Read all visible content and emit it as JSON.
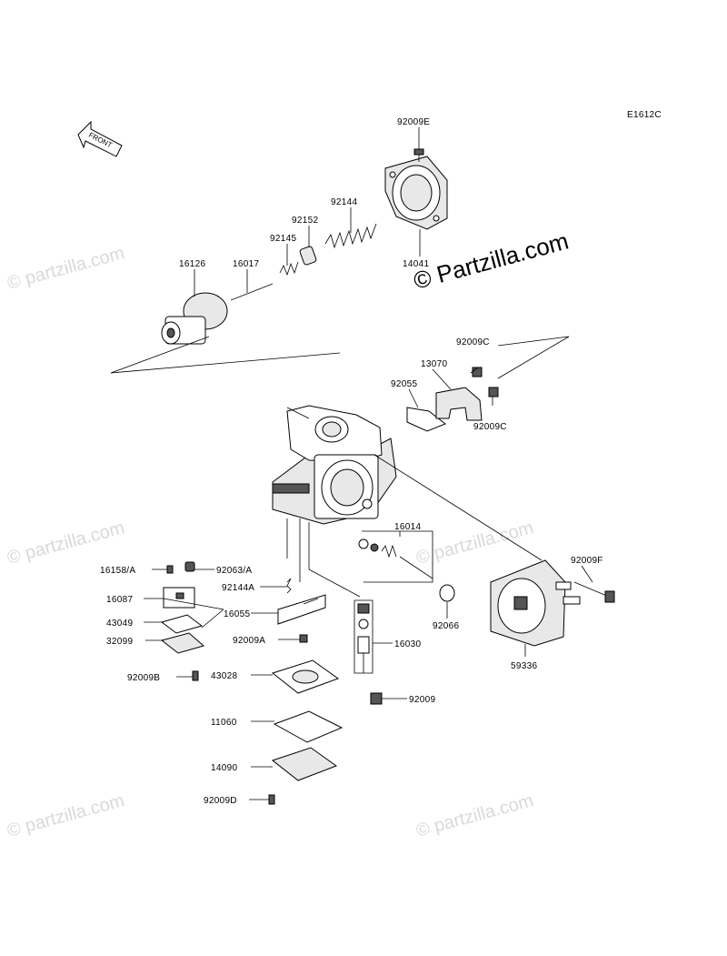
{
  "diagram_code": "E1612C",
  "front_arrow_label": "FRONT",
  "watermarks": {
    "faint": "© partzilla.com",
    "main": "© Partzilla.com"
  },
  "parts": [
    {
      "id": "p1",
      "label": "92009E"
    },
    {
      "id": "p2",
      "label": "92144"
    },
    {
      "id": "p3",
      "label": "92152"
    },
    {
      "id": "p4",
      "label": "92145"
    },
    {
      "id": "p5",
      "label": "16126"
    },
    {
      "id": "p6",
      "label": "16017"
    },
    {
      "id": "p7",
      "label": "14041"
    },
    {
      "id": "p8",
      "label": "92009C"
    },
    {
      "id": "p9",
      "label": "13070"
    },
    {
      "id": "p10",
      "label": "92055"
    },
    {
      "id": "p11",
      "label": "92009C"
    },
    {
      "id": "p12",
      "label": "16014"
    },
    {
      "id": "p13",
      "label": "92009F"
    },
    {
      "id": "p14",
      "label": "16158/A"
    },
    {
      "id": "p15",
      "label": "92063/A"
    },
    {
      "id": "p16",
      "label": "92144A"
    },
    {
      "id": "p17",
      "label": "16087"
    },
    {
      "id": "p18",
      "label": "16055"
    },
    {
      "id": "p19",
      "label": "43049"
    },
    {
      "id": "p20",
      "label": "92066"
    },
    {
      "id": "p21",
      "label": "32099"
    },
    {
      "id": "p22",
      "label": "92009A"
    },
    {
      "id": "p23",
      "label": "16030"
    },
    {
      "id": "p24",
      "label": "59336"
    },
    {
      "id": "p25",
      "label": "92009B"
    },
    {
      "id": "p26",
      "label": "43028"
    },
    {
      "id": "p27",
      "label": "92009"
    },
    {
      "id": "p28",
      "label": "11060"
    },
    {
      "id": "p29",
      "label": "14090"
    },
    {
      "id": "p30",
      "label": "92009D"
    }
  ]
}
